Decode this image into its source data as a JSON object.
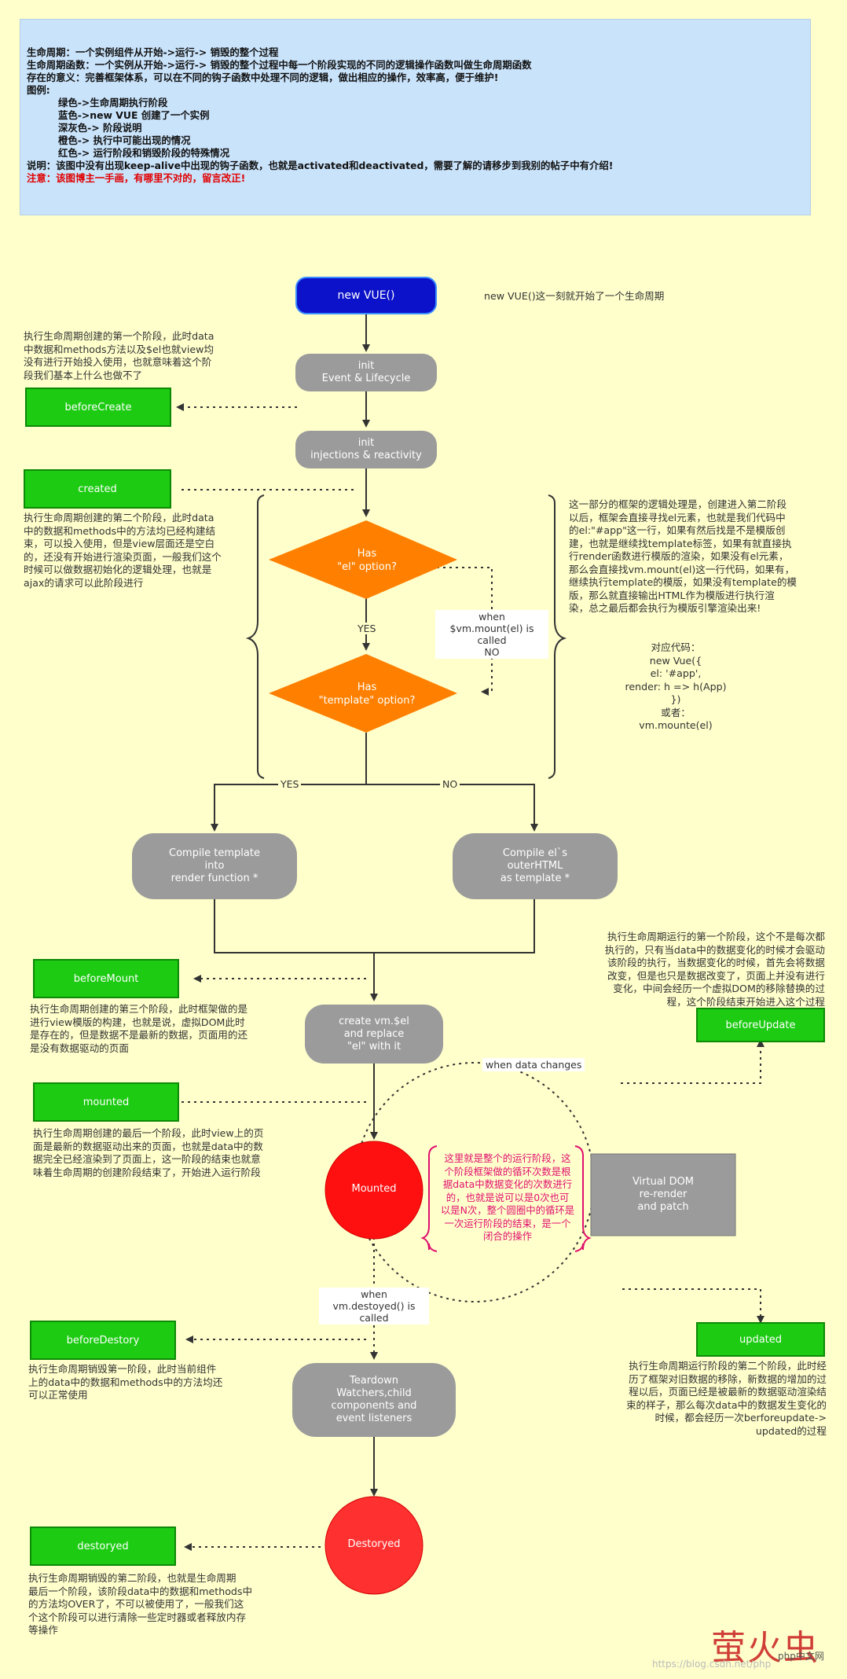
{
  "header": {
    "lines": [
      "生命周期：一个实例组件从开始->运行-> 销毁的整个过程",
      "生命周期函数：一个实例从开始->运行-> 销毁的整个过程中每一个阶段实现的不同的逻辑操作函数叫做生命周期函数",
      "存在的意义：完善框架体系，可以在不同的钩子函数中处理不同的逻辑，做出相应的操作，效率高，便于维护!",
      "图例:"
    ],
    "legend": [
      "绿色->生命周期执行阶段",
      "蓝色->new VUE 创建了一个实例",
      "深灰色-> 阶段说明",
      "橙色-> 执行中可能出现的情况",
      "红色-> 运行阶段和销毁阶段的特殊情况"
    ],
    "note": "说明：该图中没有出现keep-alive中出现的钩子函数，也就是activated和deactivated，需要了解的请移步到我别的帖子中有介绍!",
    "warning": "注意：该图博主一手画，有哪里不对的，留言改正!"
  },
  "nodes": {
    "new_vue": "new VUE()",
    "init_events": [
      "init",
      "Event & Lifecycle"
    ],
    "init_injections": [
      "init",
      "injections & reactivity"
    ],
    "has_el": [
      "Has",
      "\"el\" option?"
    ],
    "has_template": [
      "Has",
      "\"template\" option?"
    ],
    "compile_template": [
      "Compile template",
      "into",
      "render function *"
    ],
    "compile_el": [
      "Compile el`s",
      "outerHTML",
      "as template *"
    ],
    "create_vm": [
      "create vm.$el",
      "and replace",
      "\"el\" with it"
    ],
    "mounted_state": "Mounted",
    "virtual_dom": [
      "Virtual DOM",
      "re-render",
      "and patch"
    ],
    "teardown": [
      "Teardown",
      "Watchers,child",
      "components and",
      "event listeners"
    ],
    "destroyed_state": "Destoryed"
  },
  "hooks": {
    "before_create": "beforeCreate",
    "created": "created",
    "before_mount": "beforeMount",
    "mounted": "mounted",
    "before_update": "beforeUpdate",
    "updated": "updated",
    "before_destroy": "beforeDestory",
    "destroyed": "destoryed"
  },
  "edge_labels": {
    "yes_el": "YES",
    "when_mount": [
      "when",
      "$vm.mount(el) is called",
      "NO"
    ],
    "yes_template": "YES",
    "no_template": "NO",
    "when_data_changes": "when data changes",
    "when_destroy": [
      "when",
      "vm.destoyed() is called"
    ]
  },
  "annotations": {
    "new_vue_note": "new VUE()这一刻就开始了一个生命周期",
    "before_create_note": [
      "执行生命周期创建的第一个阶段，此时data",
      "中数据和methods方法以及$el也就view均",
      "没有进行开始投入使用，也就意味着这个阶",
      "段我们基本上什么也做不了"
    ],
    "created_note": [
      "执行生命周期创建的第二个阶段，此时data",
      "中的数据和methods中的方法均已经构建结",
      "束，可以投入使用，但是view层面还是空白",
      "的，还没有开始进行渲染页面，一般我们这个",
      "时候可以做数据初始化的逻辑处理，也就是",
      "ajax的请求可以此阶段进行"
    ],
    "compile_note": [
      "这一部分的框架的逻辑处理是，创建进入第二阶段",
      "以后，框架会直接寻找el元素，也就是我们代码中",
      "的el:\"#app\"这一行，如果有然后找是不是模版创",
      "建，也就是继续找template标签，如果有就直接执",
      "行render函数进行模版的渲染，如果没有el元素，",
      "那么会直接找vm.mount(el)这一行代码，如果有，",
      "继续执行template的模版，如果没有template的模",
      "版，那么就直接输出HTML作为模版进行执行渲",
      "染，总之最后都会执行为模版引擎渲染出来!"
    ],
    "code_note": [
      "对应代码：",
      "new Vue({",
      "el: '#app',",
      "render: h => h(App)",
      "})",
      "或者：",
      "vm.mounte(el)"
    ],
    "before_mount_note": [
      "执行生命周期创建的第三个阶段，此时框架做的是",
      "进行view模版的构建，也就是说，虚拟DOM此时",
      "是存在的，但是数据不是最新的数据，页面用的还",
      "是没有数据驱动的页面"
    ],
    "mounted_note": [
      "执行生命周期创建的最后一个阶段，此时view上的页",
      "面是最新的数据驱动出来的页面，也就是data中的数",
      "据完全已经渲染到了页面上，这一阶段的结束也就意",
      "味着生命周期的创建阶段结束了，开始进入运行阶段"
    ],
    "before_update_note": [
      "执行生命周期运行的第一个阶段，这个不是每次都",
      "执行的，只有当data中的数据变化的时候才会驱动",
      "该阶段的执行，当数据变化的时候，首先会将数据",
      "改变，但是也只是数据改变了，页面上并没有进行",
      "变化，中间会经历一个虚拟DOM的移除替换的过",
      "程，这个阶段结束开始进入这个过程"
    ],
    "cycle_note": [
      "这里就是整个的运行阶段，这",
      "个阶段框架做的循环次数是根",
      "据data中数据变化的次数进行",
      "的，也就是说可以是0次也可",
      "以是N次，整个圆圈中的循环是",
      "一次运行阶段的结束，是一个",
      "闭合的操作"
    ],
    "updated_note": [
      "执行生命周期运行阶段的第二个阶段，此时经",
      "历了框架对旧数据的移除，新数据的增加的过",
      "程以后，页面已经是被最新的数据驱动渲染结",
      "束的样子，那么每次data中的数据发生变化的",
      "时候，都会经历一次berforeupdate->",
      "updated的过程"
    ],
    "before_destroy_note": [
      "执行生命周期销毁第一阶段，此时当前组件",
      "上的data中的数据和methods中的方法均还",
      "可以正常使用"
    ],
    "destroyed_note": [
      "执行生命周期销毁的第二阶段，也就是生命周期",
      "最后一个阶段，该阶段data中的数据和methods中",
      "的方法均OVER了，不可以被使用了，一般我们这",
      "个这个阶段可以进行清除一些定时器或者释放内存",
      "等操作"
    ]
  },
  "watermark": {
    "logo": "萤火虫",
    "sub": "php中文网",
    "url": "https://blog.csdn.net/php"
  },
  "colors": {
    "background": "#ffffcc",
    "header_bg": "#c9e3fb",
    "hook_green": "#1ccb12",
    "new_vue_blue": "#0b12c9",
    "phase_gray": "#9b9b9b",
    "decision_orange": "#ff8000",
    "state_red": "#ff1010",
    "cycle_pink": "#e0106e"
  }
}
